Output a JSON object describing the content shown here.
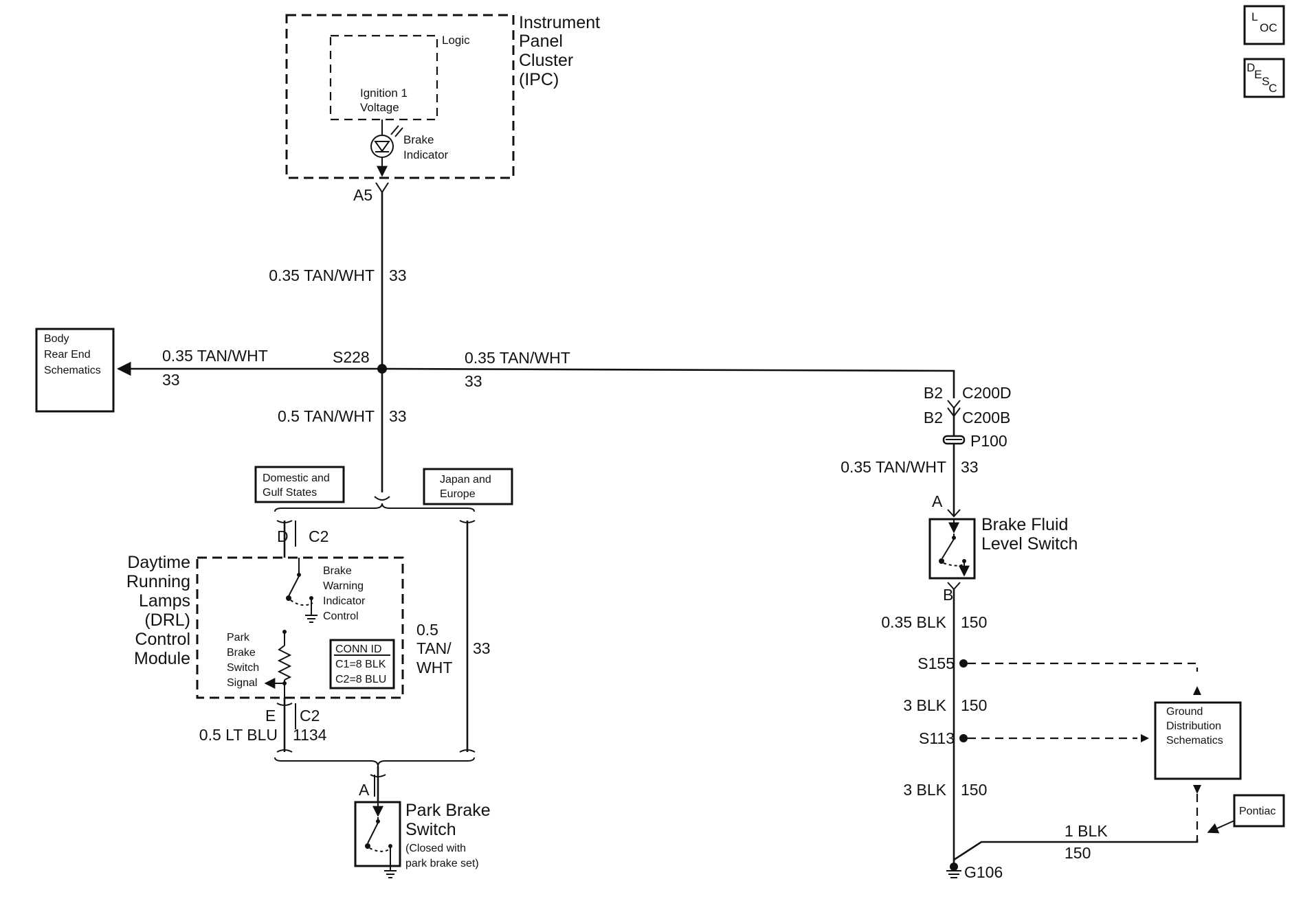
{
  "icons": {
    "loc": {
      "main": "L",
      "sub": "OC"
    },
    "desc": {
      "main": "D",
      "sub1": "E",
      "sub2": "S",
      "sub3": "C"
    }
  },
  "ipc": {
    "title": [
      "Instrument",
      "Panel",
      "Cluster",
      "(IPC)"
    ],
    "logic": "Logic",
    "ignition": [
      "Ignition 1",
      "Voltage"
    ],
    "brake_indicator": [
      "Brake",
      "Indicator"
    ],
    "pin": "A5"
  },
  "wires": {
    "ipc_to_s228": {
      "gauge": "0.35 TAN/WHT",
      "circuit": "33"
    },
    "to_body": {
      "gauge": "0.35 TAN/WHT",
      "circuit": "33"
    },
    "to_c200": {
      "gauge": "0.35 TAN/WHT",
      "circuit": "33"
    },
    "s228_down": {
      "gauge": "0.5 TAN/WHT",
      "circuit": "33"
    },
    "japan_wire": {
      "gauge": [
        "0.5",
        "TAN/",
        "WHT"
      ],
      "circuit": "33"
    },
    "drl_to_park": {
      "gauge": "0.5 LT BLU",
      "circuit": "1134"
    },
    "p100_to_switch": {
      "gauge": "0.35 TAN/WHT",
      "circuit": "33"
    },
    "switch_to_s155": {
      "gauge": "0.35 BLK",
      "circuit": "150"
    },
    "s155_to_s113": {
      "gauge": "3 BLK",
      "circuit": "150"
    },
    "s113_to_g106": {
      "gauge": "3 BLK",
      "circuit": "150"
    },
    "ground_bottom": {
      "gauge": "1 BLK",
      "circuit": "150"
    }
  },
  "splice": "S228",
  "body_box": [
    "Body",
    "Rear End",
    "Schematics"
  ],
  "variants": {
    "domestic": [
      "Domestic and",
      "Gulf States"
    ],
    "japan": [
      "Japan and",
      "Europe"
    ]
  },
  "drl": {
    "title": [
      "Daytime",
      "Running",
      "Lamps",
      "(DRL)",
      "Control",
      "Module"
    ],
    "pin_top": "D",
    "conn_top": "C2",
    "pin_bottom": "E",
    "conn_bottom": "C2",
    "brake_warning": [
      "Brake",
      "Warning",
      "Indicator",
      "Control"
    ],
    "park_signal": [
      "Park",
      "Brake",
      "Switch",
      "Signal"
    ],
    "conn_id": {
      "title": "CONN ID",
      "c1": "C1=8 BLK",
      "c2": "C2=8 BLU"
    }
  },
  "park_switch": {
    "pin": "A",
    "title": [
      "Park Brake",
      "Switch"
    ],
    "note": [
      "(Closed with",
      "park brake set)"
    ]
  },
  "connectors": {
    "b2_d": "B2",
    "c200d": "C200D",
    "b2_b": "B2",
    "c200b": "C200B",
    "p100": "P100"
  },
  "fluid_switch": {
    "pin_top": "A",
    "pin_bottom": "B",
    "title": [
      "Brake Fluid",
      "Level Switch"
    ]
  },
  "splices_right": {
    "s155": "S155",
    "s113": "S113"
  },
  "ground_box": [
    "Ground",
    "Distribution",
    "Schematics"
  ],
  "pontiac": "Pontiac",
  "ground_point": "G106"
}
